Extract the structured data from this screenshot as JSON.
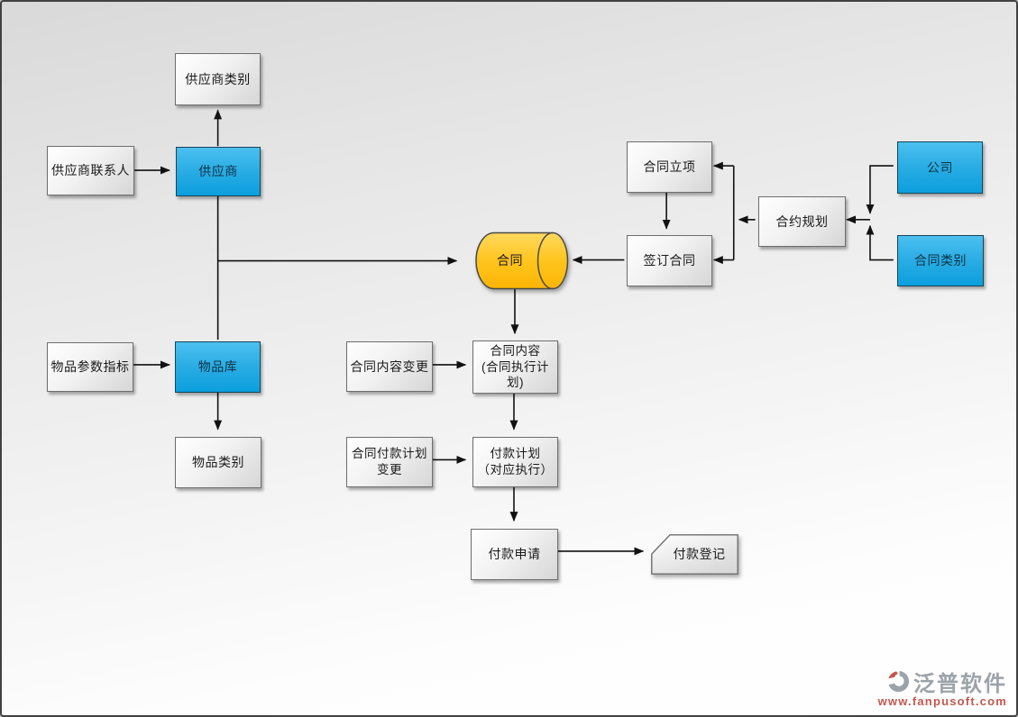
{
  "diagram": {
    "nodes": {
      "supplier_category": {
        "label": "供应商类别"
      },
      "supplier_contact": {
        "label": "供应商联系人"
      },
      "supplier": {
        "label": "供应商"
      },
      "contract_initiation": {
        "label": "合同立项"
      },
      "company": {
        "label": "公司"
      },
      "contract_planning": {
        "label": "合约规划"
      },
      "contract_category": {
        "label": "合同类别"
      },
      "contract_signing": {
        "label": "签订合同"
      },
      "contract_db": {
        "label": "合同"
      },
      "item_params": {
        "label": "物品参数指标"
      },
      "item_library": {
        "label": "物品库"
      },
      "item_category": {
        "label": "物品类别"
      },
      "contract_content_change": {
        "label": "合同内容变更"
      },
      "contract_content": {
        "line1": "合同内容",
        "line2": "(合同执行计划)"
      },
      "payment_plan_change": {
        "line1": "合同付款计划",
        "line2": "变更"
      },
      "payment_plan": {
        "line1": "付款计划",
        "line2": "（对应执行）"
      },
      "payment_request": {
        "label": "付款申请"
      },
      "payment_register": {
        "label": "付款登记"
      }
    },
    "watermark": {
      "brand": "泛普软件",
      "url": "www.fanpusoft.com"
    },
    "colors": {
      "node_blue": "#29ace3",
      "cylinder_yellow": "#ffc41e",
      "node_gray_gradient_end": "#d6d6d6",
      "brand_gray": "#9ca3a9",
      "brand_red": "#c4574d",
      "line_black": "#111111"
    }
  }
}
